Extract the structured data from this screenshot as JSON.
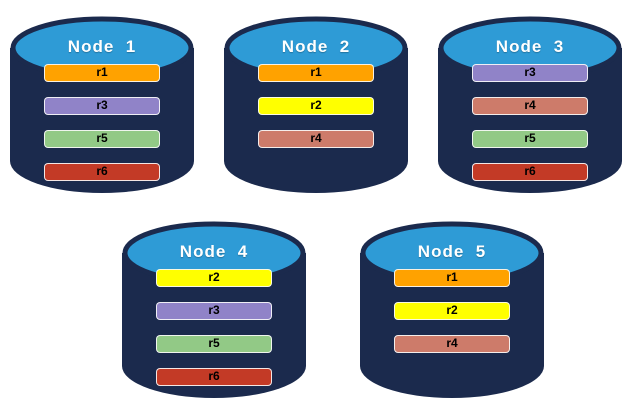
{
  "diagram": {
    "description": "Database nodes with replica placement",
    "palette": {
      "cylinder_body": "#1B2A4D",
      "cylinder_top": "#2E9BD6",
      "title_text": "#FFFFFF",
      "bar_text": "#000000",
      "replica_colors": {
        "r1": "#FFA200",
        "r2": "#FFFF00",
        "r3": "#9083C8",
        "r4": "#CD7B6A",
        "r5": "#92C986",
        "r6": "#C33A26"
      }
    },
    "nodes": [
      {
        "title": "Node  1",
        "replicas": [
          "r1",
          "r3",
          "r5",
          "r6"
        ]
      },
      {
        "title": "Node  2",
        "replicas": [
          "r1",
          "r2",
          "r4"
        ]
      },
      {
        "title": "Node  3",
        "replicas": [
          "r3",
          "r4",
          "r5",
          "r6"
        ]
      },
      {
        "title": "Node  4",
        "replicas": [
          "r2",
          "r3",
          "r5",
          "r6"
        ]
      },
      {
        "title": "Node  5",
        "replicas": [
          "r1",
          "r2",
          "r4"
        ]
      }
    ]
  }
}
